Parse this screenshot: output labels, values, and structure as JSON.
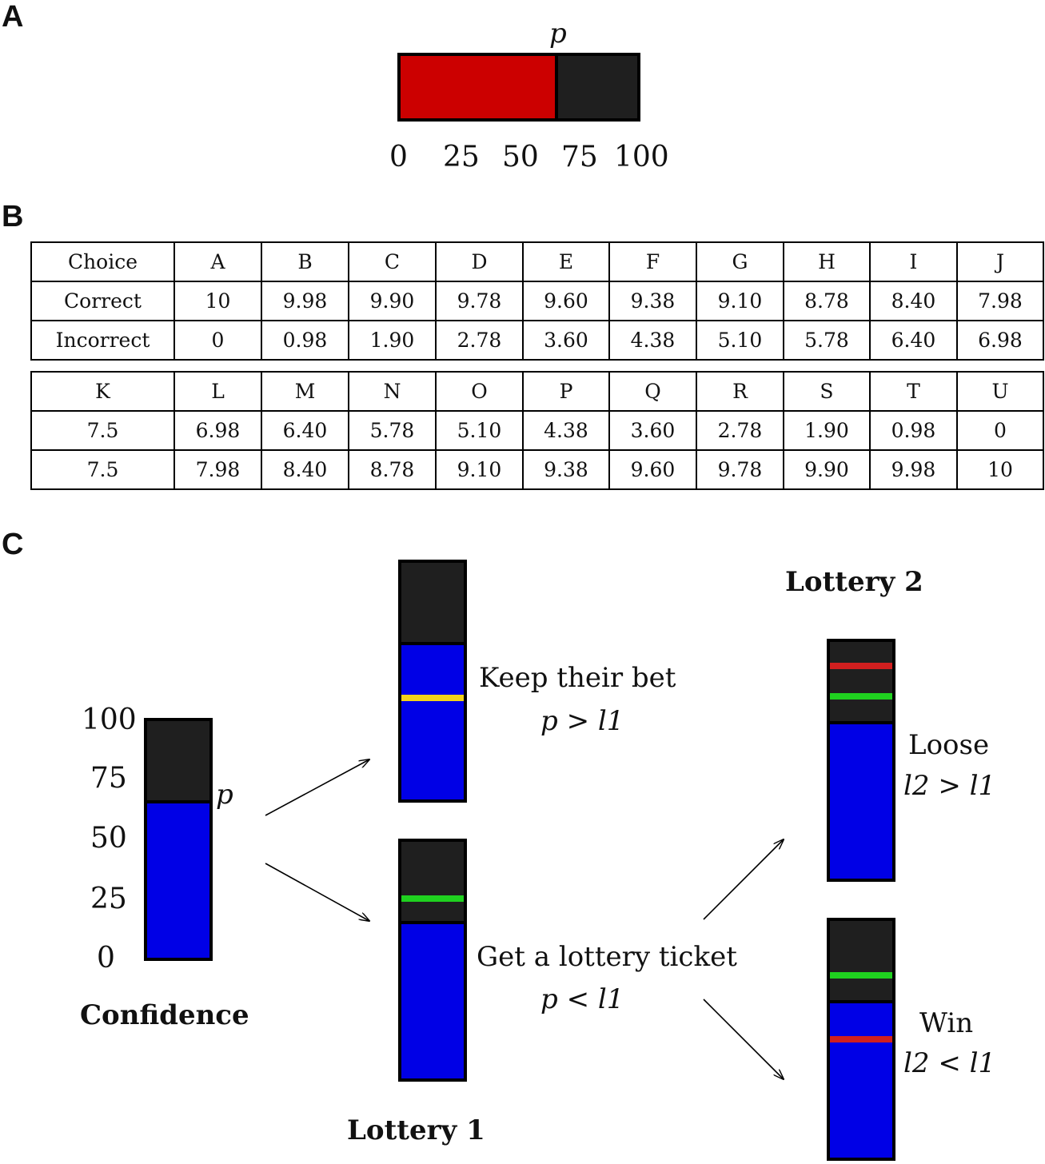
{
  "panels": {
    "a": "A",
    "b": "B",
    "c": "C"
  },
  "panel_a": {
    "p_label": "p",
    "p_value": 66,
    "fill_color": "#cc0000",
    "empty_color": "#1f1f1f",
    "ticks": [
      "0",
      "25",
      "50",
      "75",
      "100"
    ]
  },
  "panel_b": {
    "table1": {
      "rows": [
        [
          "Choice",
          "A",
          "B",
          "C",
          "D",
          "E",
          "F",
          "G",
          "H",
          "I",
          "J"
        ],
        [
          "Correct",
          "10",
          "9.98",
          "9.90",
          "9.78",
          "9.60",
          "9.38",
          "9.10",
          "8.78",
          "8.40",
          "7.98"
        ],
        [
          "Incorrect",
          "0",
          "0.98",
          "1.90",
          "2.78",
          "3.60",
          "4.38",
          "5.10",
          "5.78",
          "6.40",
          "6.98"
        ]
      ]
    },
    "table2": {
      "rows": [
        [
          "K",
          "L",
          "M",
          "N",
          "O",
          "P",
          "Q",
          "R",
          "S",
          "T",
          "U"
        ],
        [
          "7.5",
          "6.98",
          "6.40",
          "5.78",
          "5.10",
          "4.38",
          "3.60",
          "2.78",
          "1.90",
          "0.98",
          "0"
        ],
        [
          "7.5",
          "7.98",
          "8.40",
          "8.78",
          "9.10",
          "9.38",
          "9.60",
          "9.78",
          "9.90",
          "9.98",
          "10"
        ]
      ]
    }
  },
  "panel_c": {
    "colors": {
      "confidence": "#0000e6",
      "empty": "#1f1f1f",
      "yellow": "#f2d21a",
      "green": "#1fd11f",
      "red": "#d11f1f"
    },
    "confidence": {
      "title": "Confidence",
      "ticks": [
        "100",
        "75",
        "50",
        "25",
        "0"
      ],
      "p_label": "p",
      "p_value": 66
    },
    "keep_bar": {
      "p_value": 66,
      "l1_value": 43
    },
    "keep_text": {
      "line1": "Keep their bet",
      "line2": "p > l1"
    },
    "lottery1_bar": {
      "l1_value": 66,
      "l1_marker": 76
    },
    "lottery1_text": {
      "line1": "Get a lottery ticket",
      "line2": "p < l1"
    },
    "lottery1_title": "Lottery 1",
    "lottery2_title": "Lottery 2",
    "loose_bar": {
      "fill_value": 66,
      "green_marker": 77,
      "red_marker": 90
    },
    "loose_text": {
      "line1": "Loose",
      "line2": "l2 > l1"
    },
    "win_bar": {
      "fill_value": 66,
      "green_marker": 77,
      "red_marker": 50
    },
    "win_text": {
      "line1": "Win",
      "line2": "l2 < l1"
    }
  }
}
